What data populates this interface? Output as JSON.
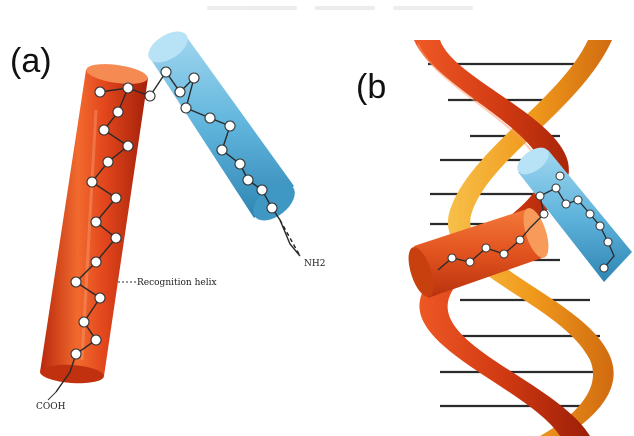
{
  "panels": {
    "a": {
      "label": "(a)",
      "annotations": {
        "recognition_helix": "Recognition helix",
        "n_terminus": "NH2",
        "c_terminus": "COOH"
      },
      "colors": {
        "red_helix": "#e2461c",
        "blue_helix": "#5fb4dc"
      }
    },
    "b": {
      "label": "(b",
      "colors": {
        "dna_red": "#d93a12",
        "dna_orange": "#f0a020",
        "base_pair": "#2b2b2b"
      }
    }
  }
}
